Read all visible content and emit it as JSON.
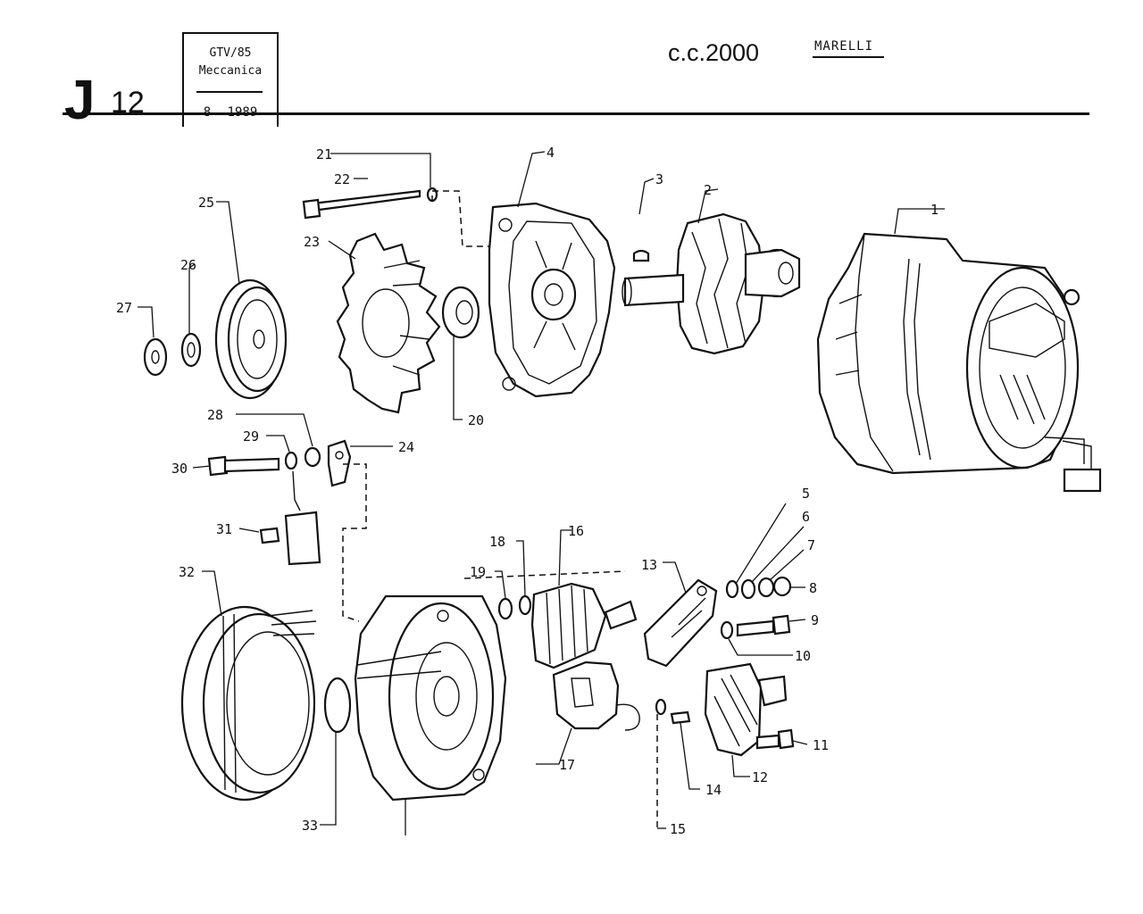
{
  "header": {
    "page_letter": "J",
    "page_number": "12",
    "model": "GTV/85",
    "section": "Meccanica",
    "date": "8 1989",
    "engine": "c.c.2000",
    "brand": "MARELLI"
  },
  "diagram": {
    "labels": [
      "1",
      "2",
      "3",
      "4",
      "5",
      "6",
      "7",
      "8",
      "9",
      "10",
      "11",
      "12",
      "13",
      "14",
      "15",
      "16",
      "17",
      "18",
      "19",
      "20",
      "21",
      "22",
      "23",
      "24",
      "25",
      "26",
      "27",
      "28",
      "29",
      "30",
      "31",
      "32",
      "33"
    ]
  }
}
